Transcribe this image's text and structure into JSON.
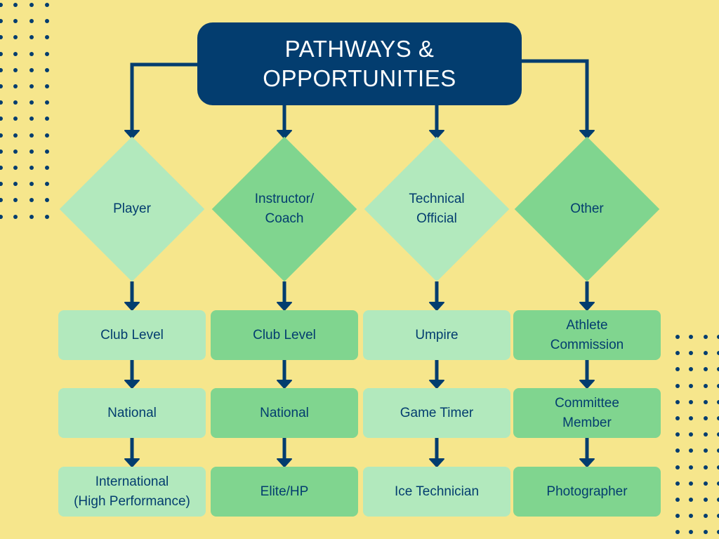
{
  "title": "PATHWAYS &\nOPPORTUNITIES",
  "colors": {
    "background": "#f6e68c",
    "navy": "#033d6f",
    "light_green": "#b2e9bd",
    "mid_green": "#80d58f"
  },
  "pathways": [
    {
      "name": "Player",
      "steps": [
        "Club Level",
        "National",
        "International\n(High Performance)"
      ]
    },
    {
      "name": "Instructor/\nCoach",
      "steps": [
        "Club Level",
        "National",
        "Elite/HP"
      ]
    },
    {
      "name": "Technical\nOfficial",
      "steps": [
        "Umpire",
        "Game Timer",
        "Ice Technician"
      ]
    },
    {
      "name": "Other",
      "steps": [
        "Athlete\nCommission",
        "Committee\nMember",
        "Photographer"
      ]
    }
  ]
}
